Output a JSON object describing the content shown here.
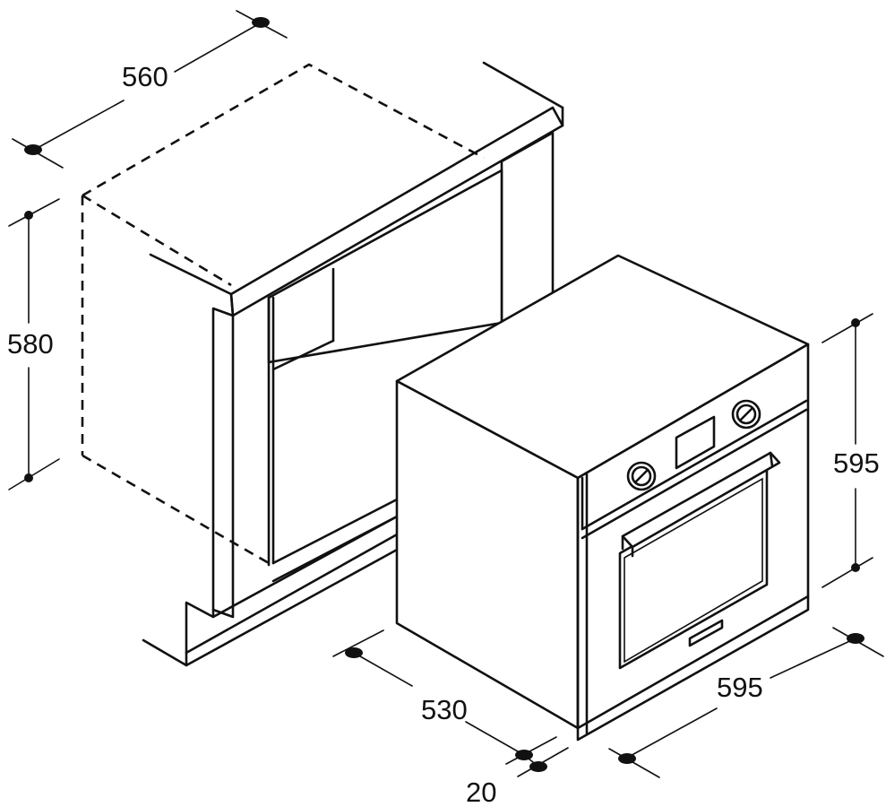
{
  "dimensions": {
    "niche_width": "560",
    "niche_height": "580",
    "oven_height": "595",
    "oven_width": "595",
    "oven_depth": "530",
    "front_panel_depth": "20"
  },
  "colors": {
    "line": "#111111",
    "background": "#ffffff"
  }
}
